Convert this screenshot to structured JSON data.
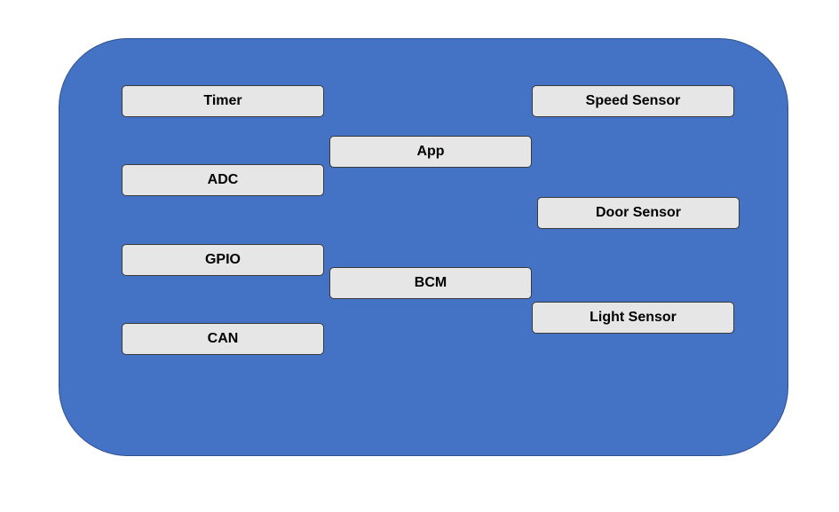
{
  "diagram": {
    "blocks": {
      "timer": "Timer",
      "adc": "ADC",
      "gpio": "GPIO",
      "can": "CAN",
      "app": "App",
      "bcm": "BCM",
      "speed_sensor": "Speed Sensor",
      "door_sensor": "Door Sensor",
      "light_sensor": "Light Sensor"
    },
    "colors": {
      "container_fill": "#4472c4",
      "block_fill": "#e7e6e6",
      "block_border": "#3a3a3a",
      "text": "#000000"
    }
  }
}
